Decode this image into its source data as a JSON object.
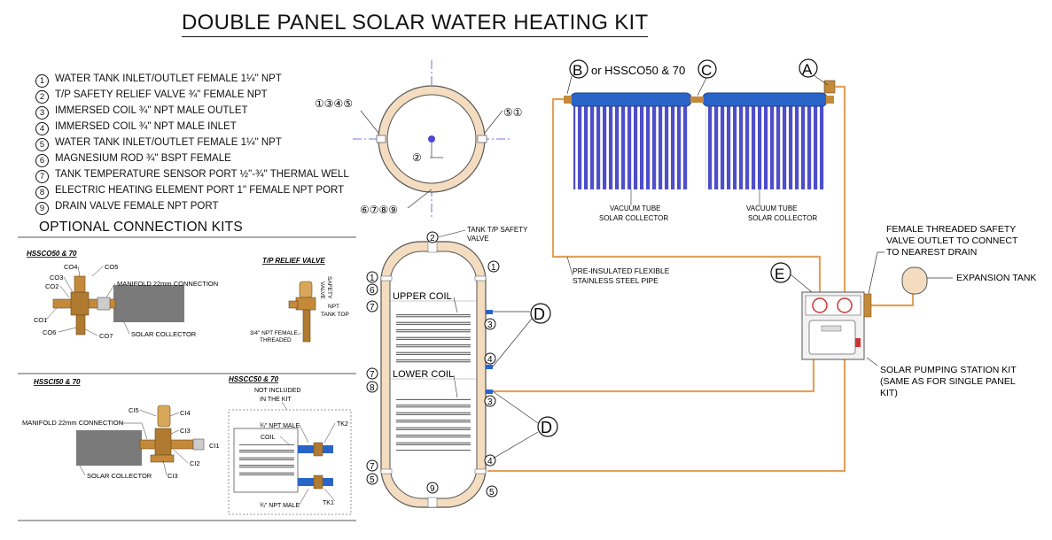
{
  "title": "DOUBLE PANEL SOLAR WATER HEATING KIT",
  "legend": [
    {
      "num": "1",
      "text": "WATER TANK INLET/OUTLET FEMALE 1¼\" NPT"
    },
    {
      "num": "2",
      "text": "T/P SAFETY RELIEF VALVE ¾\" FEMALE NPT"
    },
    {
      "num": "3",
      "text": "IMMERSED COIL ¾\" NPT MALE OUTLET"
    },
    {
      "num": "4",
      "text": "IMMERSED COIL ¾\" NPT MALE INLET"
    },
    {
      "num": "5",
      "text": "WATER TANK INLET/OUTLET FEMALE 1¼\" NPT"
    },
    {
      "num": "6",
      "text": "MAGNESIUM ROD ¾\" BSPT FEMALE"
    },
    {
      "num": "7",
      "text": "TANK TEMPERATURE SENSOR PORT ½\"-¾\" THERMAL WELL"
    },
    {
      "num": "8",
      "text": "ELECTRIC HEATING ELEMENT PORT 1\" FEMALE NPT PORT"
    },
    {
      "num": "9",
      "text": "DRAIN VALVE FEMALE NPT PORT"
    }
  ],
  "optional_title": "OPTIONAL CONNECTION KITS",
  "kits": {
    "hssco": {
      "title": "HSSCO50 & 70",
      "labels": {
        "co1": "CO1",
        "co2": "CO2",
        "co3": "CO3",
        "co4": "CO4",
        "co5": "CO5",
        "co6": "CO6",
        "co7": "CO7",
        "manifold": "MANIFOLD 22mm CONNECTION",
        "collector": "SOLAR COLLECTOR"
      }
    },
    "tp": {
      "title": "T/P RELIEF VALVE",
      "labels": {
        "safety": "SAFETY",
        "valve": "VALVE",
        "npt": "NPT",
        "tanktop": "TANK TOP",
        "thread1": "3/4\" NPT FEMALE",
        "thread2": "THREADED"
      }
    },
    "hssci": {
      "title": "HSSCI50 & 70",
      "labels": {
        "ci1": "CI1",
        "ci2": "CI2",
        "ci3": "CI3",
        "ci3b": "CI3",
        "ci4": "CI4",
        "ci5": "CI5",
        "manifold": "MANIFOLD 22mm CONNECTION",
        "collector": "SOLAR COLLECTOR"
      }
    },
    "hsscc": {
      "title": "HSSCC50 & 70",
      "labels": {
        "not1": "NOT INCLUDED",
        "not2": "IN THE KIT",
        "npt_top": "¾\" NPT MALE",
        "coil": "COIL",
        "npt_bot": "¾\" NPT MALE",
        "tk1": "TK1",
        "tk2": "TK2"
      }
    }
  },
  "top_view": {
    "label_left": "①③④⑤",
    "label_right": "⑤①",
    "label_center": "②",
    "label_bottom": "⑥⑦⑧⑨"
  },
  "tank": {
    "tp_label_1": "TANK T/P SAFETY",
    "tp_label_2": "VALVE",
    "upper_coil": "UPPER COIL",
    "lower_coil": "LOWER COIL",
    "ports_left": [
      "1",
      "6",
      "7",
      "7",
      "8",
      "7",
      "5"
    ],
    "ports_right": [
      "1",
      "3",
      "4",
      "3",
      "4",
      "5"
    ],
    "top_port": "2",
    "bottom_port": "9"
  },
  "pipe_label_1": "PRE-INSULATED FLEXIBLE",
  "pipe_label_2": "STAINLESS STEEL PIPE",
  "collectors": {
    "label_b": "B",
    "label_b_note": "or HSSCO50 & 70",
    "label_c": "C",
    "label_a": "A",
    "panel1_line1": "VACUUM TUBE",
    "panel1_line2": "SOLAR COLLECTOR",
    "panel2_line1": "VACUUM TUBE",
    "panel2_line2": "SOLAR COLLECTOR"
  },
  "callout_d": "D",
  "callout_e": "E",
  "safety_outlet": [
    "FEMALE THREADED SAFETY",
    "VALVE OUTLET TO CONNECT",
    "TO NEAREST DRAIN"
  ],
  "expansion_tank": "EXPANSION TANK",
  "pump_station": [
    "SOLAR PUMPING STATION KIT",
    "(SAME AS FOR SINGLE PANEL",
    "KIT)"
  ],
  "colors": {
    "pipe": "#e1a25e",
    "tube": "#4e4ec9",
    "manifold": "#2a64c8",
    "insulation": "#f3dcc0",
    "grey": "#777777",
    "brass": "#c48a3a"
  }
}
